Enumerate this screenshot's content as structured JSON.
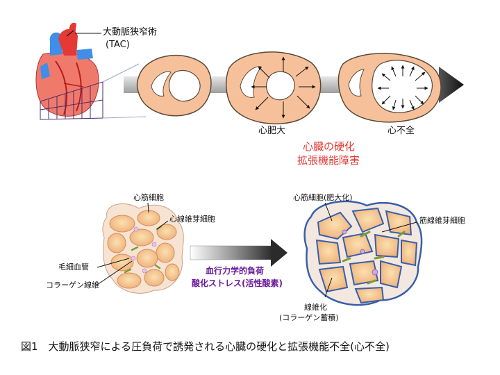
{
  "labels": {
    "tac": "大動脈狭窄術",
    "tac_abbr": "(TAC)",
    "hypertrophy": "心肥大",
    "heart_failure": "心不全",
    "stiffening": "心臓の硬化",
    "diastolic_dysfunction": "拡張機能障害",
    "cardiomyocyte": "心筋細胞",
    "fibroblast_left": "心線維芽細胞",
    "capillary": "毛細血管",
    "collagen_fiber": "コラーゲン線維",
    "stress_line1": "血行力学的負荷",
    "stress_line2": "酸化ストレス(活性酸素)",
    "cardiomyocyte_hypertrophic": "心筋細胞(肥大化)",
    "fibroblast_right": "筋線維芽細胞",
    "fibrosis": "線維化",
    "collagen_accumulation": "(コラーゲン蓄積)"
  },
  "caption": "図1　大動脈狭窄による圧負荷で誘発される心臓の硬化と拡張機能不全(心不全)",
  "colors": {
    "myocardium": "#f6c19a",
    "myocardium_stroke": "#5a4a3a",
    "arrow_dark": "#333333",
    "red_text": "#e53935",
    "purple_text": "#6a1b9a",
    "fibrosis_blue": "#3a5fa8",
    "cell_fill": "#f2c38f"
  },
  "icons": [
    "heart-illustration-icon",
    "process-arrow-icon",
    "gradient-arrow-icon"
  ]
}
